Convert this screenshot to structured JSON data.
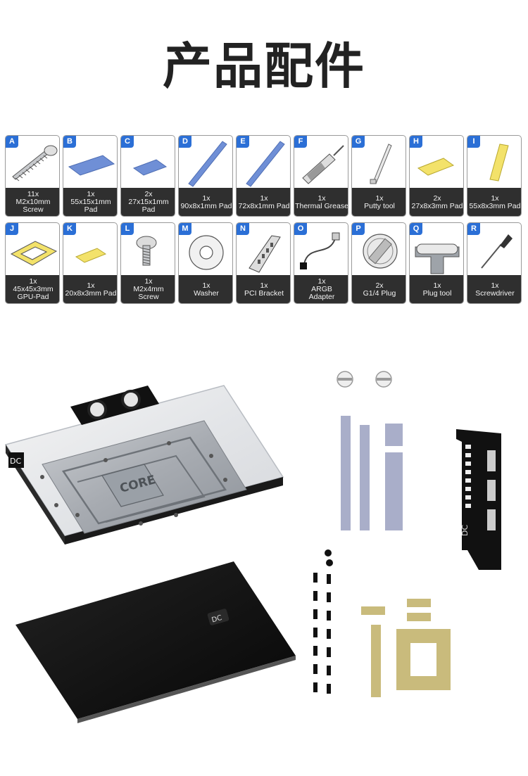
{
  "title": "产品配件",
  "accessories": [
    {
      "letter": "A",
      "qty": "11x",
      "line1": "M2x10mm",
      "line2": "Screw",
      "icon": "screw-icon"
    },
    {
      "letter": "B",
      "qty": "1x",
      "line1": "55x15x1mm",
      "line2": "Pad",
      "icon": "thermal-pad-icon"
    },
    {
      "letter": "C",
      "qty": "2x",
      "line1": "27x15x1mm",
      "line2": "Pad",
      "icon": "thermal-pad-icon"
    },
    {
      "letter": "D",
      "qty": "1x",
      "line1": "90x8x1mm Pad",
      "line2": "",
      "icon": "thermal-strip-icon"
    },
    {
      "letter": "E",
      "qty": "1x",
      "line1": "72x8x1mm Pad",
      "line2": "",
      "icon": "thermal-strip-icon"
    },
    {
      "letter": "F",
      "qty": "1x",
      "line1": "Thermal Grease",
      "line2": "",
      "icon": "syringe-icon"
    },
    {
      "letter": "G",
      "qty": "1x",
      "line1": "Putty tool",
      "line2": "",
      "icon": "putty-tool-icon"
    },
    {
      "letter": "H",
      "qty": "2x",
      "line1": "27x8x3mm Pad",
      "line2": "",
      "icon": "thermal-pad-icon"
    },
    {
      "letter": "I",
      "qty": "1x",
      "line1": "55x8x3mm Pad",
      "line2": "",
      "icon": "thermal-pad-icon"
    },
    {
      "letter": "J",
      "qty": "1x",
      "line1": "45x45x3mm",
      "line2": "GPU-Pad",
      "icon": "gpu-pad-icon"
    },
    {
      "letter": "K",
      "qty": "1x",
      "line1": "20x8x3mm Pad",
      "line2": "",
      "icon": "thermal-pad-icon"
    },
    {
      "letter": "L",
      "qty": "1x",
      "line1": "M2x4mm",
      "line2": "Screw",
      "icon": "screw-icon"
    },
    {
      "letter": "M",
      "qty": "1x",
      "line1": "Washer",
      "line2": "",
      "icon": "washer-icon"
    },
    {
      "letter": "N",
      "qty": "1x",
      "line1": "PCI Bracket",
      "line2": "",
      "icon": "pci-bracket-icon"
    },
    {
      "letter": "O",
      "qty": "1x",
      "line1": "ARGB",
      "line2": "Adapter",
      "icon": "argb-adapter-icon"
    },
    {
      "letter": "P",
      "qty": "2x",
      "line1": "G1/4 Plug",
      "line2": "",
      "icon": "plug-icon"
    },
    {
      "letter": "Q",
      "qty": "1x",
      "line1": "Plug tool",
      "line2": "",
      "icon": "plug-tool-icon"
    },
    {
      "letter": "R",
      "qty": "1x",
      "line1": "Screwdriver",
      "line2": "",
      "icon": "screwdriver-icon"
    }
  ],
  "block_logo": "CORE",
  "colors": {
    "badge": "#2b6fd6",
    "caption_bg": "#2f2f2f",
    "blue_pad": "#6f8fd6",
    "yellow_pad": "#f3e26a",
    "grey_pad": "#a9aec9",
    "gold_pad": "#c9bb7c",
    "backplate": "#111111"
  }
}
